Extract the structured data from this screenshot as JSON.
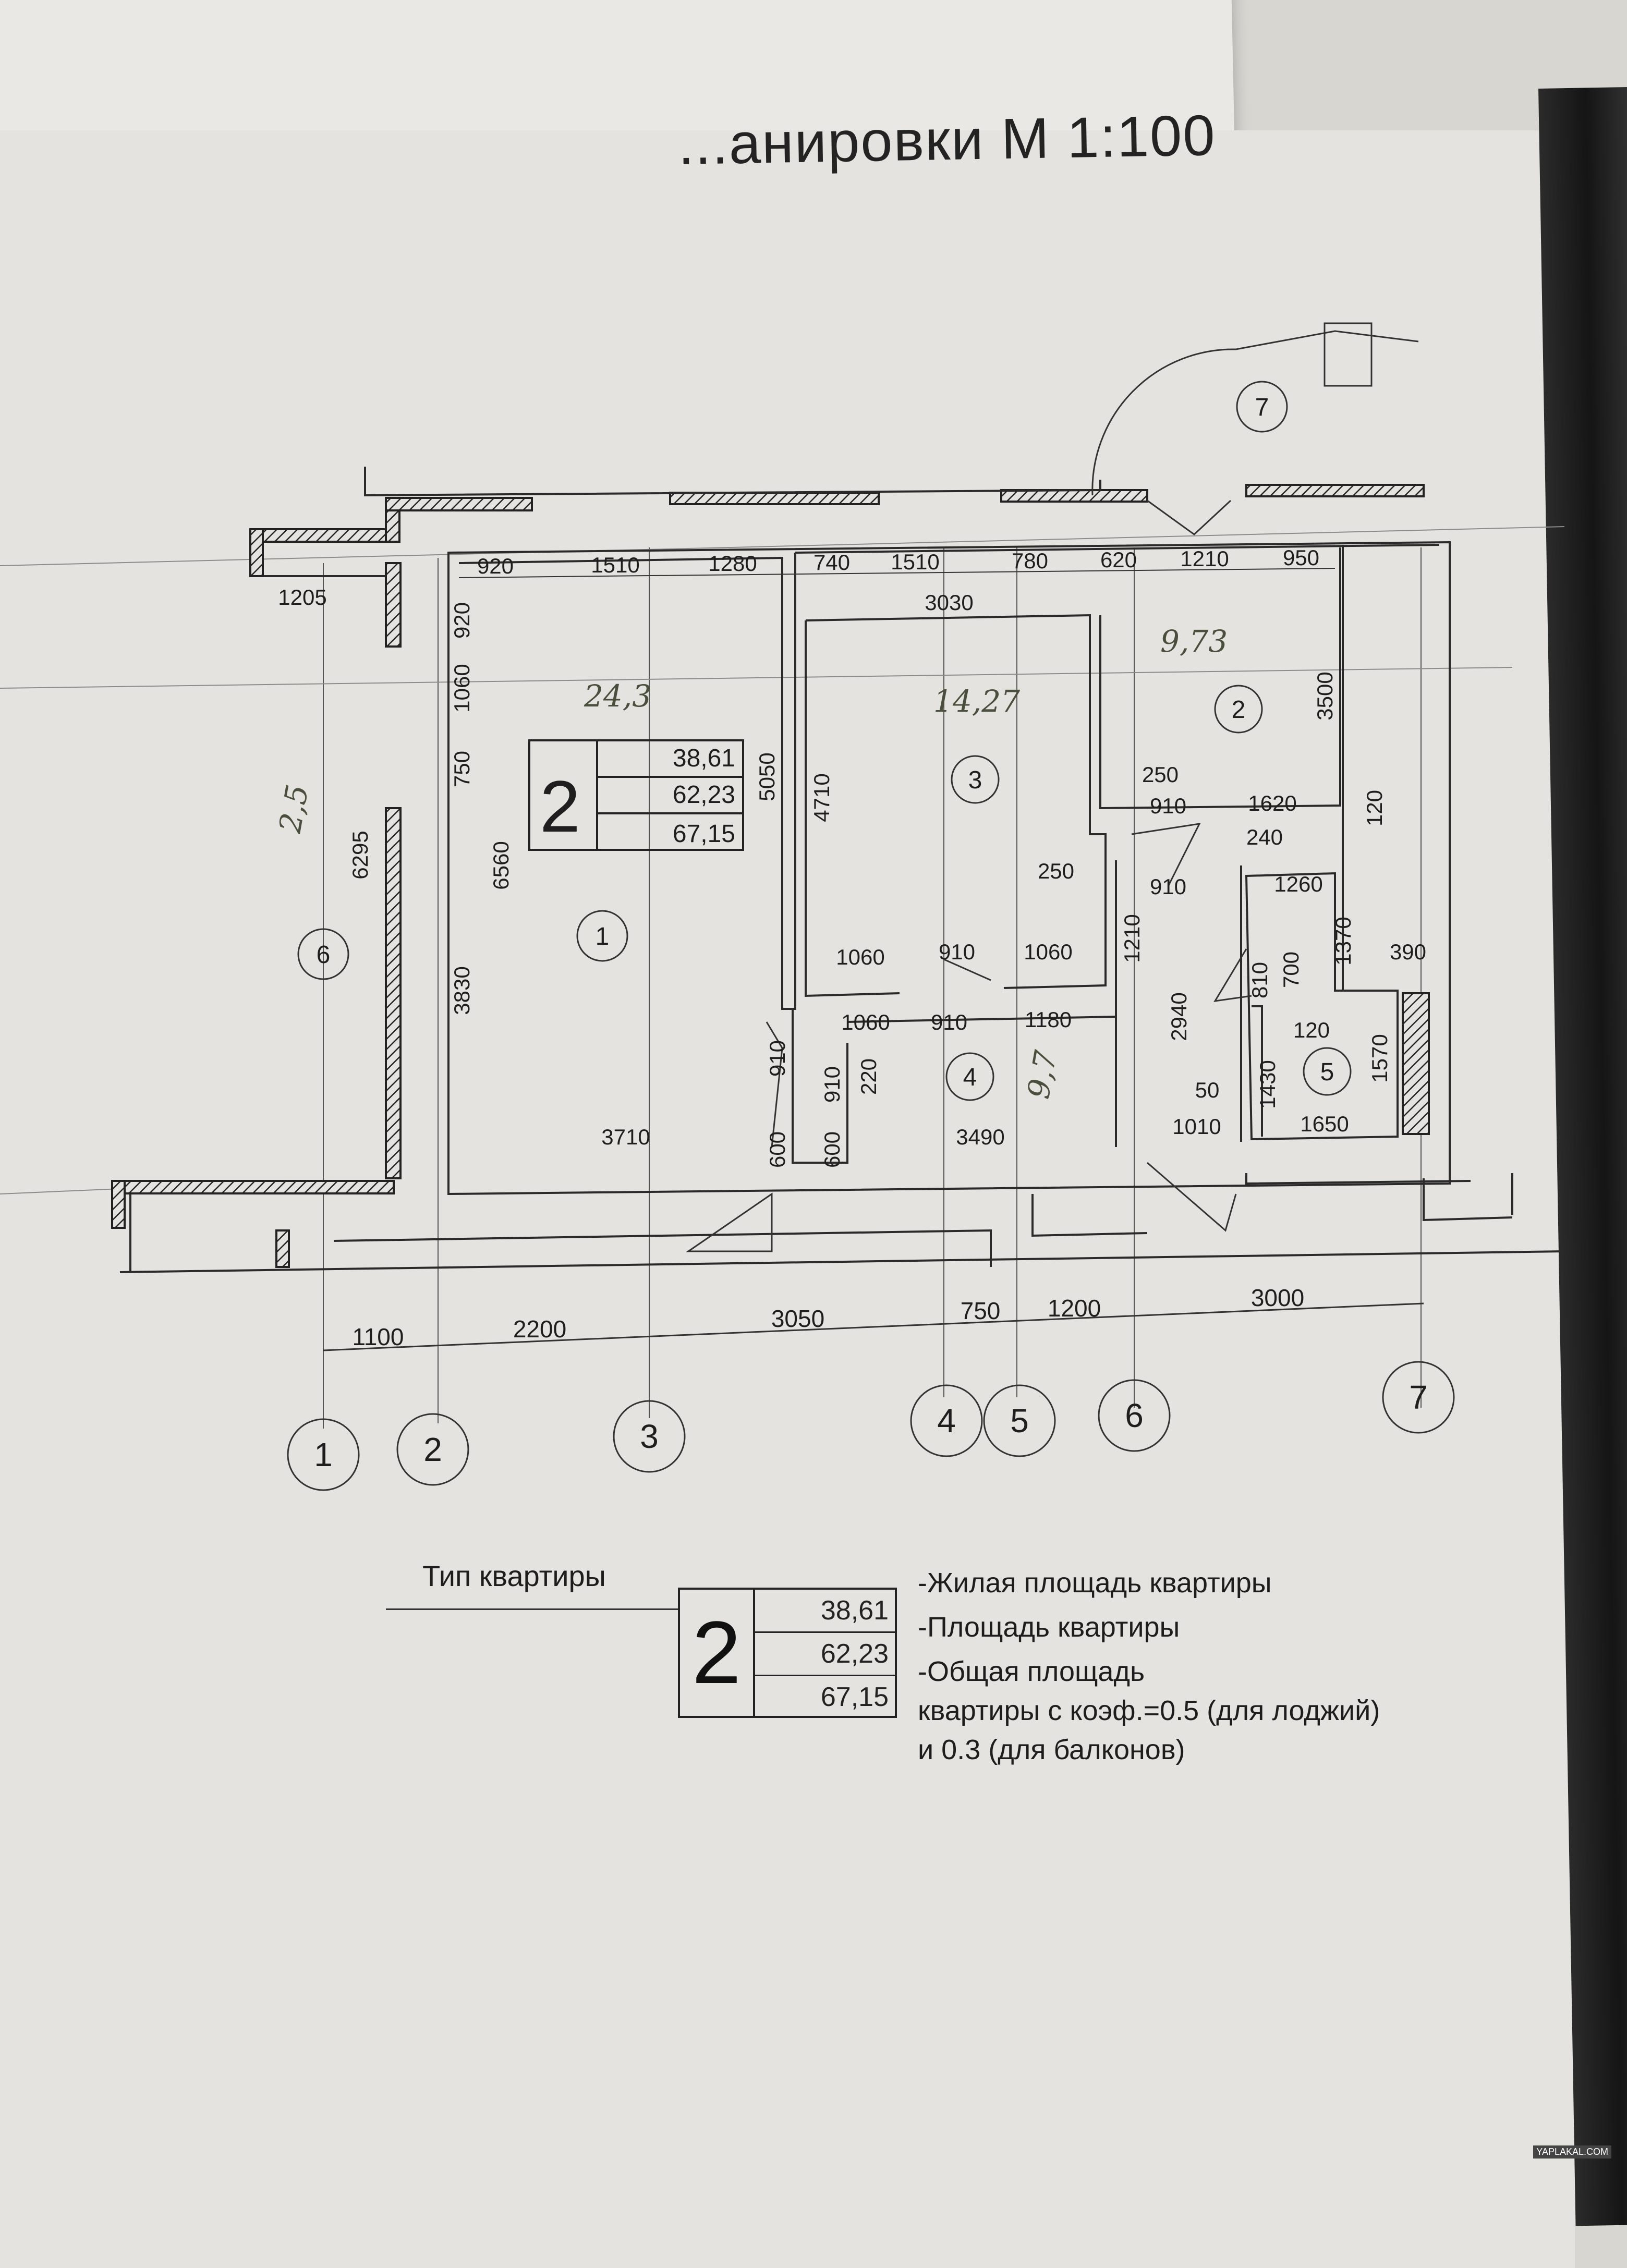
{
  "title": "...анировки М 1:100",
  "apartment": {
    "type_label": "Тип квартиры",
    "type": "2",
    "values": [
      "38,61",
      "62,23",
      "67,15"
    ],
    "descriptions": [
      "-Жилая площадь квартиры",
      "-Площадь квартиры",
      "-Общая площадь",
      "квартиры с коэф.=0.5 (для лоджий)",
      "и 0.3 (для балконов)"
    ]
  },
  "plan": {
    "room_numbers": [
      "1",
      "2",
      "3",
      "4",
      "5",
      "6",
      "7"
    ],
    "axis_labels": [
      "1",
      "2",
      "3",
      "4",
      "5",
      "6",
      "7"
    ],
    "axis_spacing": [
      "1100",
      "2200",
      "3050",
      "750",
      "1200",
      "3000"
    ],
    "top_dims": [
      "920",
      "1510",
      "1280",
      "740",
      "1510",
      "780",
      "620",
      "1210",
      "950"
    ],
    "dims": {
      "d1205": "1205",
      "d920v": "920",
      "d1060v": "1060",
      "d750v": "750",
      "d6295": "6295",
      "d6560": "6560",
      "d3830": "3830",
      "d5050": "5050",
      "d4710": "4710",
      "d3030": "3030",
      "d3500": "3500",
      "d250a": "250",
      "d910a": "910",
      "d1620": "1620",
      "d240": "240",
      "d250b": "250",
      "d910b": "910",
      "d1260": "1260",
      "d120a": "120",
      "d1210": "1210",
      "d1370": "1370",
      "d390": "390",
      "d700": "700",
      "d810": "810",
      "d2940": "2940",
      "d120b": "120",
      "d1570": "1570",
      "d1430": "1430",
      "d1650": "1650",
      "d50": "50",
      "d1010": "1010",
      "d1060a": "1060",
      "d910c": "910",
      "d1060b": "1060",
      "d1060c": "1060",
      "d910d": "910",
      "d1180": "1180",
      "d910e": "910",
      "d910f": "910",
      "d220": "220",
      "d600a": "600",
      "d600b": "600",
      "d3710": "3710",
      "d3490": "3490"
    },
    "inner_table": {
      "type": "2",
      "values": [
        "38,61",
        "62,23",
        "67,15"
      ]
    },
    "handwritten": [
      "2,5",
      "24,3",
      "14,27",
      "9,73",
      "9,7"
    ]
  },
  "watermark": "YAPLAKAL.COM"
}
